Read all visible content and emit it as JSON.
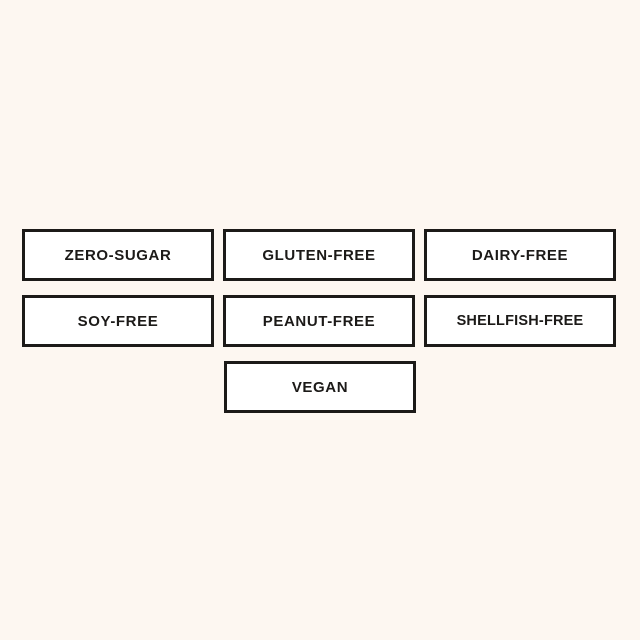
{
  "page": {
    "background_color": "#fdf7f1",
    "badge_fill_color": "#ffffff",
    "badge_border_color": "#1c1a18",
    "text_color": "#1c1a18"
  },
  "badge_grid": {
    "rows": [
      {
        "alignment": "left",
        "badges": [
          {
            "label": "ZERO-SUGAR",
            "name": "badge-zero-sugar"
          },
          {
            "label": "GLUTEN-FREE",
            "name": "badge-gluten-free"
          },
          {
            "label": "DAIRY-FREE",
            "name": "badge-dairy-free"
          }
        ]
      },
      {
        "alignment": "left",
        "badges": [
          {
            "label": "SOY-FREE",
            "name": "badge-soy-free"
          },
          {
            "label": "PEANUT-FREE",
            "name": "badge-peanut-free"
          },
          {
            "label": "SHELLFISH-FREE",
            "name": "badge-shellfish-free"
          }
        ]
      },
      {
        "alignment": "center",
        "badges": [
          {
            "label": "VEGAN",
            "name": "badge-vegan"
          }
        ]
      }
    ]
  }
}
